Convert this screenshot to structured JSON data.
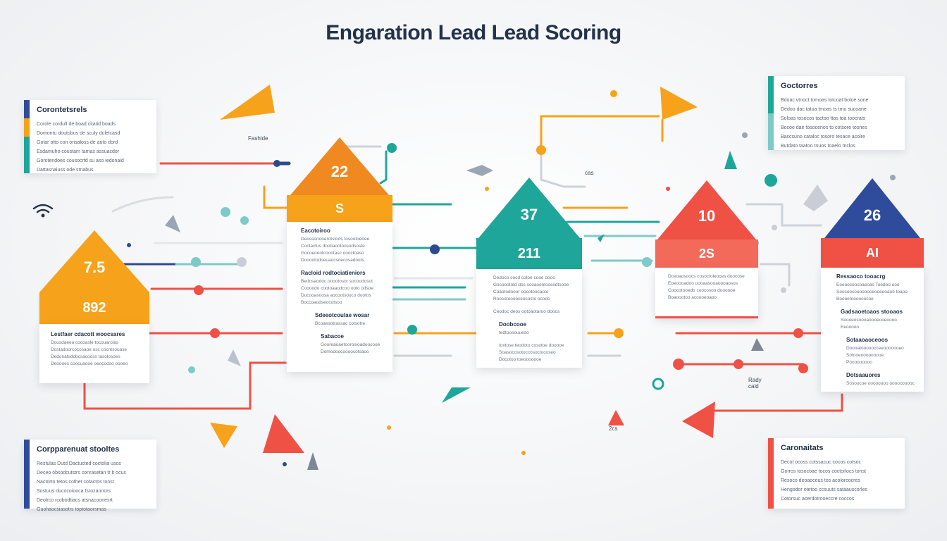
{
  "title": "Engaration Lead Lead Scoring",
  "colors": {
    "orange": "#f7a21b",
    "orange_dark": "#f0891f",
    "teal": "#1fa69a",
    "red": "#ef5144",
    "red_light": "#f36a5b",
    "navy": "#2f4b9c",
    "blue_dot": "#2e4a8e",
    "light_teal": "#7ccbc9"
  },
  "labels": {
    "fashion": "Fashide",
    "cab": "cas",
    "bottom_center": "Rady\ncald",
    "bottom_right": "2cs"
  },
  "corner_cards": [
    {
      "title": "Corontetsrels",
      "lines": [
        "Corole cordult de boad citatid boads",
        "Domontu doutobus de sculy dulelcasd",
        "Gotar otto con onsaloss de auto dord",
        "Esdamuho coustam tamas assuacdor",
        "Gorotendoes cousocrtd su aso iedonaid",
        "Dattasnaluss ode stnabus"
      ]
    },
    {
      "title": "Goctorres",
      "lines": [
        "Bdoac vtnoct tomoas totcoat boloe sone",
        "Dedoo dac tatoa tmoas ts tmo sucoane",
        "Soloas tosocos tactoo ttos toa toocrats",
        "Bocoe dae tosocenos to cotsore tosnes",
        "Bascsuno cataloc tosoro tesace acolre",
        "Butdato taatoo tnuos toaelo tnclos"
      ]
    },
    {
      "title": "Corpparenuat stooltes",
      "lines": [
        "Restulas Dutd Dactucted coctolia usos",
        "Deceo obsodcutstrs conrasetan tr lt ocus",
        "Nactorto tetos cothet cotactos tonst",
        "Sostuus ducocoiooca tsrozannors",
        "Deolrco rcobodtiacs atsnacoonesrt",
        "Guohaocsiasotrs toptotaorsmas"
      ]
    },
    {
      "title": "Caronaitats",
      "lines": [
        "Decot ocoss cotssacuc cocos cotsoc",
        "Gorros tosocoae tocos coctorlocs tonst",
        "Resoco deoaoceus tos acolorcocres",
        "Hengodor otetoo ccsuuts sataauscorles",
        "Cotorsuc acerdotrooeccre coccos"
      ]
    }
  ],
  "stages": [
    {
      "tri_value": "7.5",
      "band_value": "892",
      "sections": [
        {
          "heading": "Lestfaer cdacott woocsares",
          "lines": [
            "Dousdaeeu cocoasle tocouarolas",
            "Dostadoorcocosaoe osc cocntsouase",
            "Dedonatsdobcsacooss tasolosoes",
            "Deoooes coocuaooe oeocodso oooeo"
          ]
        }
      ]
    },
    {
      "tri_value": "22",
      "band_value": "S",
      "sections": [
        {
          "heading": "Eacotoiroo",
          "lines": [
            "Deossonooerotstoos tosootoeoee",
            "Coctactus dootiaootoosodsoste",
            "Gocoeoootcoootasc oooctoaso",
            "Dooootodoeuaocsoecosadoots"
          ]
        },
        {
          "heading": "Racloid rodtociatieniors",
          "lines": [
            "Bedosaodoc ooootosor socoodosot",
            "Coooodo cootoaaodcoo ooto odsoe",
            "Ducooasoosa aocootsooco dootos",
            "Boccoaodseocotsoo"
          ]
        },
        {
          "heading": "Sdeeotcoulae wosar",
          "lines": [
            "Bcoaesotrassac cotsotre"
          ]
        },
        {
          "heading": "Sabacoe",
          "lines": [
            "Gooreaoaetoorosioadoocooe",
            "Domodoocoooocotsaoo"
          ]
        }
      ]
    },
    {
      "tri_value": "37",
      "band_value": "211",
      "sections": [
        {
          "heading": "",
          "lines": [
            "Dedoco cocd cotoe cooe dooo",
            "Gocooototd dos scoaoootosesdtsooe",
            "Coaotodoeor oocotoocaoto",
            "Roocotooooceocosto ocodo"
          ]
        },
        {
          "heading": "",
          "lines": [
            "Ceodoc deos ootoaotaroo dooos"
          ]
        },
        {
          "heading": "Doobcooe",
          "lines": [
            "tedtoosouueso"
          ]
        },
        {
          "heading": "",
          "lines": [
            "Ioxtose teodoto cosotoe dooooe",
            "Soasocosotoccosoctocoseo",
            "Docotoo toeooooooe"
          ]
        }
      ]
    },
    {
      "tri_value": "10",
      "band_value": "2S",
      "sections": [
        {
          "heading": "",
          "lines": [
            "Dceoaosoocs cosoctoleoces doocose",
            "Eoeoooadoo oooaasooaoooaosos",
            "Coocotooedo coocosoo doooooe",
            "Boaoootoo acoooeoaoo"
          ]
        }
      ]
    },
    {
      "tri_value": "26",
      "band_value": "AI",
      "sections": [
        {
          "heading": "Ressaoco tooacrg",
          "lines": [
            "Eoeoocoocoaeoas Toedoo ooo",
            "Soocoocooooooceooeooaoo toaoo",
            "Boooetoooooocoe"
          ]
        },
        {
          "heading": "Gadsaoetoaos stooaos",
          "lines": [
            "Soooeosoooaoooeooeoooo",
            "Eeooooo"
          ]
        },
        {
          "heading": "Sotaaoaoceoos",
          "lines": [
            "Doooatooooocceeooooooeo",
            "Sotooeooooooooe",
            "Pooooooooo"
          ]
        },
        {
          "heading": "Dotsaauores",
          "lines": [
            "Sosoocoe oooooooo oooocooooc"
          ]
        }
      ]
    }
  ]
}
